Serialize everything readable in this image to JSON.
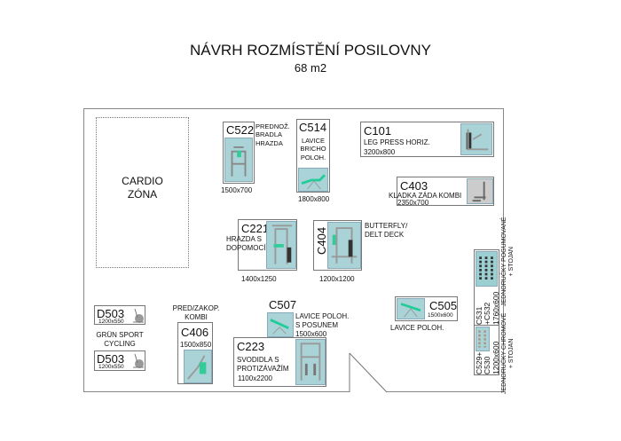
{
  "title": "NÁVRH ROZMÍSTĚNÍ POSILOVNY",
  "area": "68 m2",
  "cardio": {
    "line1": "CARDIO",
    "line2": "ZÓNA"
  },
  "items": {
    "c522": {
      "code": "C522",
      "desc": [
        "PREDNOŽ.",
        "BRADLA",
        "HRAZDA"
      ],
      "size": "1500x700"
    },
    "c514": {
      "code": "C514",
      "desc": [
        "LAVICE",
        "BRICHO",
        "POLOH."
      ],
      "size": "1800x800"
    },
    "c101": {
      "code": "C101",
      "desc": "LEG PRESS HORIZ.",
      "size": "3200x800"
    },
    "c403": {
      "code": "C403",
      "desc": "KLADKA ZÁDA KOMBI",
      "size": "2350x700"
    },
    "c221": {
      "code": "C221",
      "desc": [
        "HRAZDA S",
        "DOPOMOCÍ"
      ],
      "size": "1400x1250"
    },
    "c404": {
      "code": "C404",
      "desc": [
        "BUTTERFLY/",
        "DELT DECK"
      ],
      "size": "1200x1200"
    },
    "c505": {
      "code": "C505",
      "desc": "LAVICE POLOH.",
      "size": "1500x600"
    },
    "c531": {
      "code": [
        "C531",
        "+C532"
      ],
      "size": "1760x600",
      "desc": [
        "JEDNORUČKY POGUMOVANÉ",
        "+ STOJAN"
      ]
    },
    "c529": {
      "code": [
        "C529+",
        "C530"
      ],
      "size": "1200x600",
      "desc": [
        "JEDNORUČKY CHROMOVÉ",
        "+ STOJAN"
      ]
    },
    "d503a": {
      "code": "D503",
      "size": "1200x550"
    },
    "d503b": {
      "code": "D503",
      "size": "1200x550"
    },
    "d503desc": [
      "GRÜN SPORT",
      "CYCLING"
    ],
    "c406": {
      "code": "C406",
      "desc": [
        "PRED/ZAKOP.",
        "KOMBI"
      ],
      "size": "1500x850"
    },
    "c507": {
      "code": "C507",
      "desc": [
        "LAVICE POLOH.",
        "S POSUNEM"
      ],
      "size": "1500x600"
    },
    "c223": {
      "code": "C223",
      "desc": [
        "SVODIDLA S",
        "PROTIZÁVAŽÍM"
      ],
      "size": "1100x2200"
    }
  }
}
